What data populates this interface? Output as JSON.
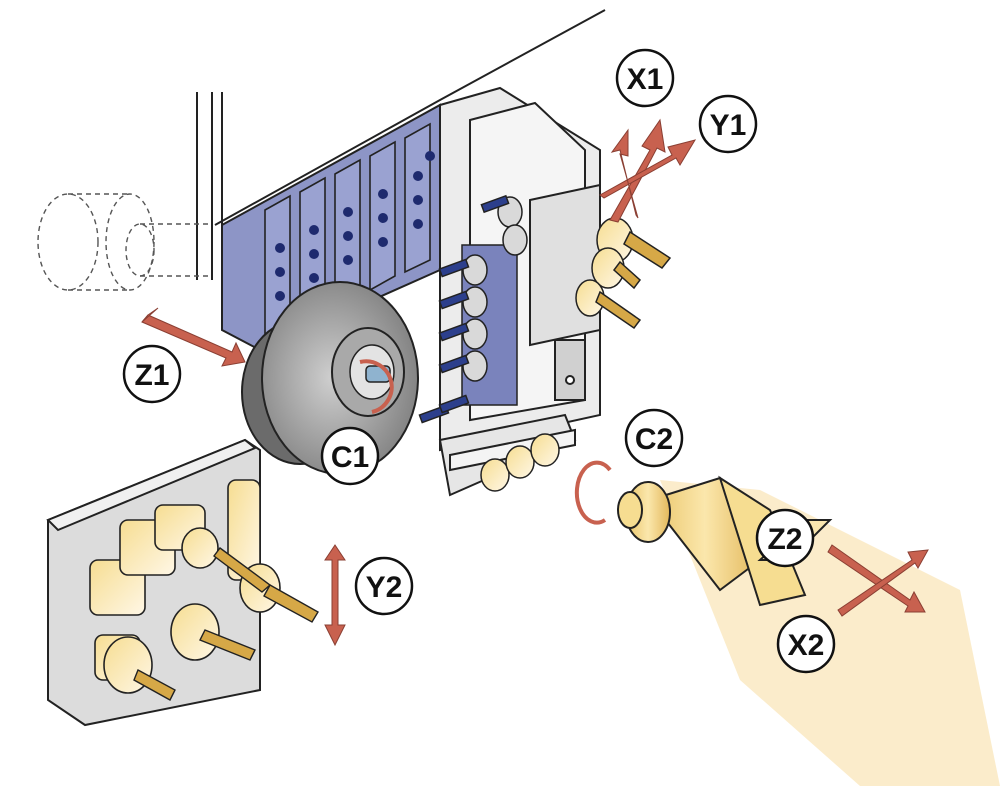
{
  "axes": {
    "x1": "X1",
    "y1": "Y1",
    "z1": "Z1",
    "c1": "C1",
    "c2": "C2",
    "y2": "Y2",
    "z2": "Z2",
    "x2": "X2"
  },
  "colors": {
    "arrow": "#c8614f",
    "blue": "#8d95c6",
    "blueDark": "#5a6399",
    "gold": "#f3d27a",
    "goldDark": "#c9a24a",
    "grey": "#d8d8d8",
    "greyDark": "#9a9a9a",
    "drill": "#2c3f8c"
  }
}
